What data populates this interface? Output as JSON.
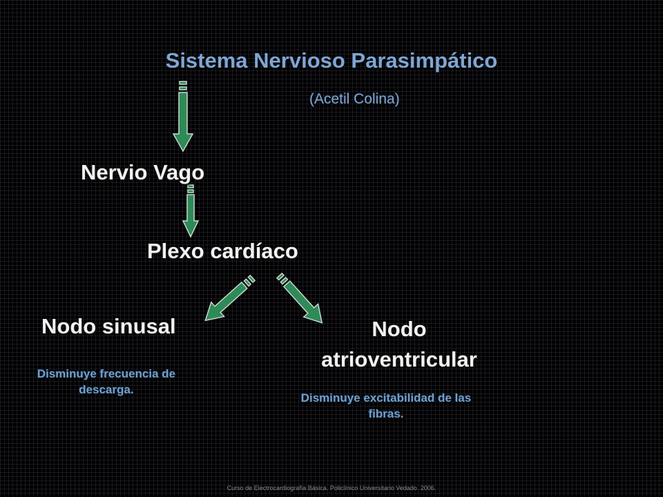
{
  "diagram": {
    "title": "Sistema Nervioso Parasimpático",
    "neurotransmitter": "(Acetil Colina)",
    "nodes": {
      "vago": "Nervio Vago",
      "plexo": "Plexo cardíaco",
      "sinusal": "Nodo sinusal",
      "av": "Nodo atrioventricular"
    },
    "effects": {
      "sinusal": "Disminuye frecuencia de descarga.",
      "av": "Disminuye excitabilidad de las fibras."
    },
    "arrow_color": "#2e8a57",
    "footer": "Curso de Electrocardiografía Básica. Policlínico Universitario Vedado. 2006."
  }
}
